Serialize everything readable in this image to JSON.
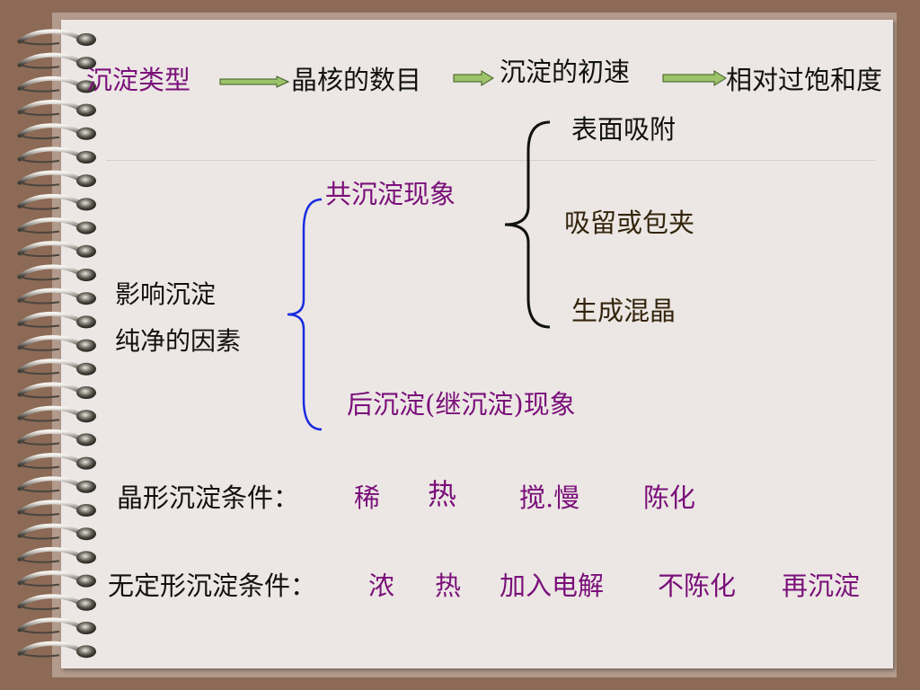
{
  "flow": {
    "step1": "沉淀类型",
    "step2": "晶核的数目",
    "step3": "沉淀的初速",
    "step4": "相对过饱和度"
  },
  "purity": {
    "main_line1": "影响沉淀",
    "main_line2": "纯净的因素",
    "coprecipitation": "共沉淀现象",
    "surface_adsorption": "表面吸附",
    "occlusion": "吸留或包夹",
    "mixed_crystal": "生成混晶",
    "postprecipitation": "后沉淀(继沉淀)现象"
  },
  "crystalline": {
    "label": "晶形沉淀条件：",
    "c1": "稀",
    "c2": "热",
    "c3": "搅.慢",
    "c4": "陈化"
  },
  "amorphous": {
    "label": "无定形沉淀条件：",
    "c1": "浓",
    "c2": "热",
    "c3": "加入电解",
    "c4": "不陈化",
    "c5": "再沉淀"
  },
  "colors": {
    "background": "#8c6a55",
    "page": "#ece7e4",
    "accent_purple": "#7a0f7a",
    "brace_blue": "#1a2be0",
    "arrow_fill": "#9cc26a"
  }
}
